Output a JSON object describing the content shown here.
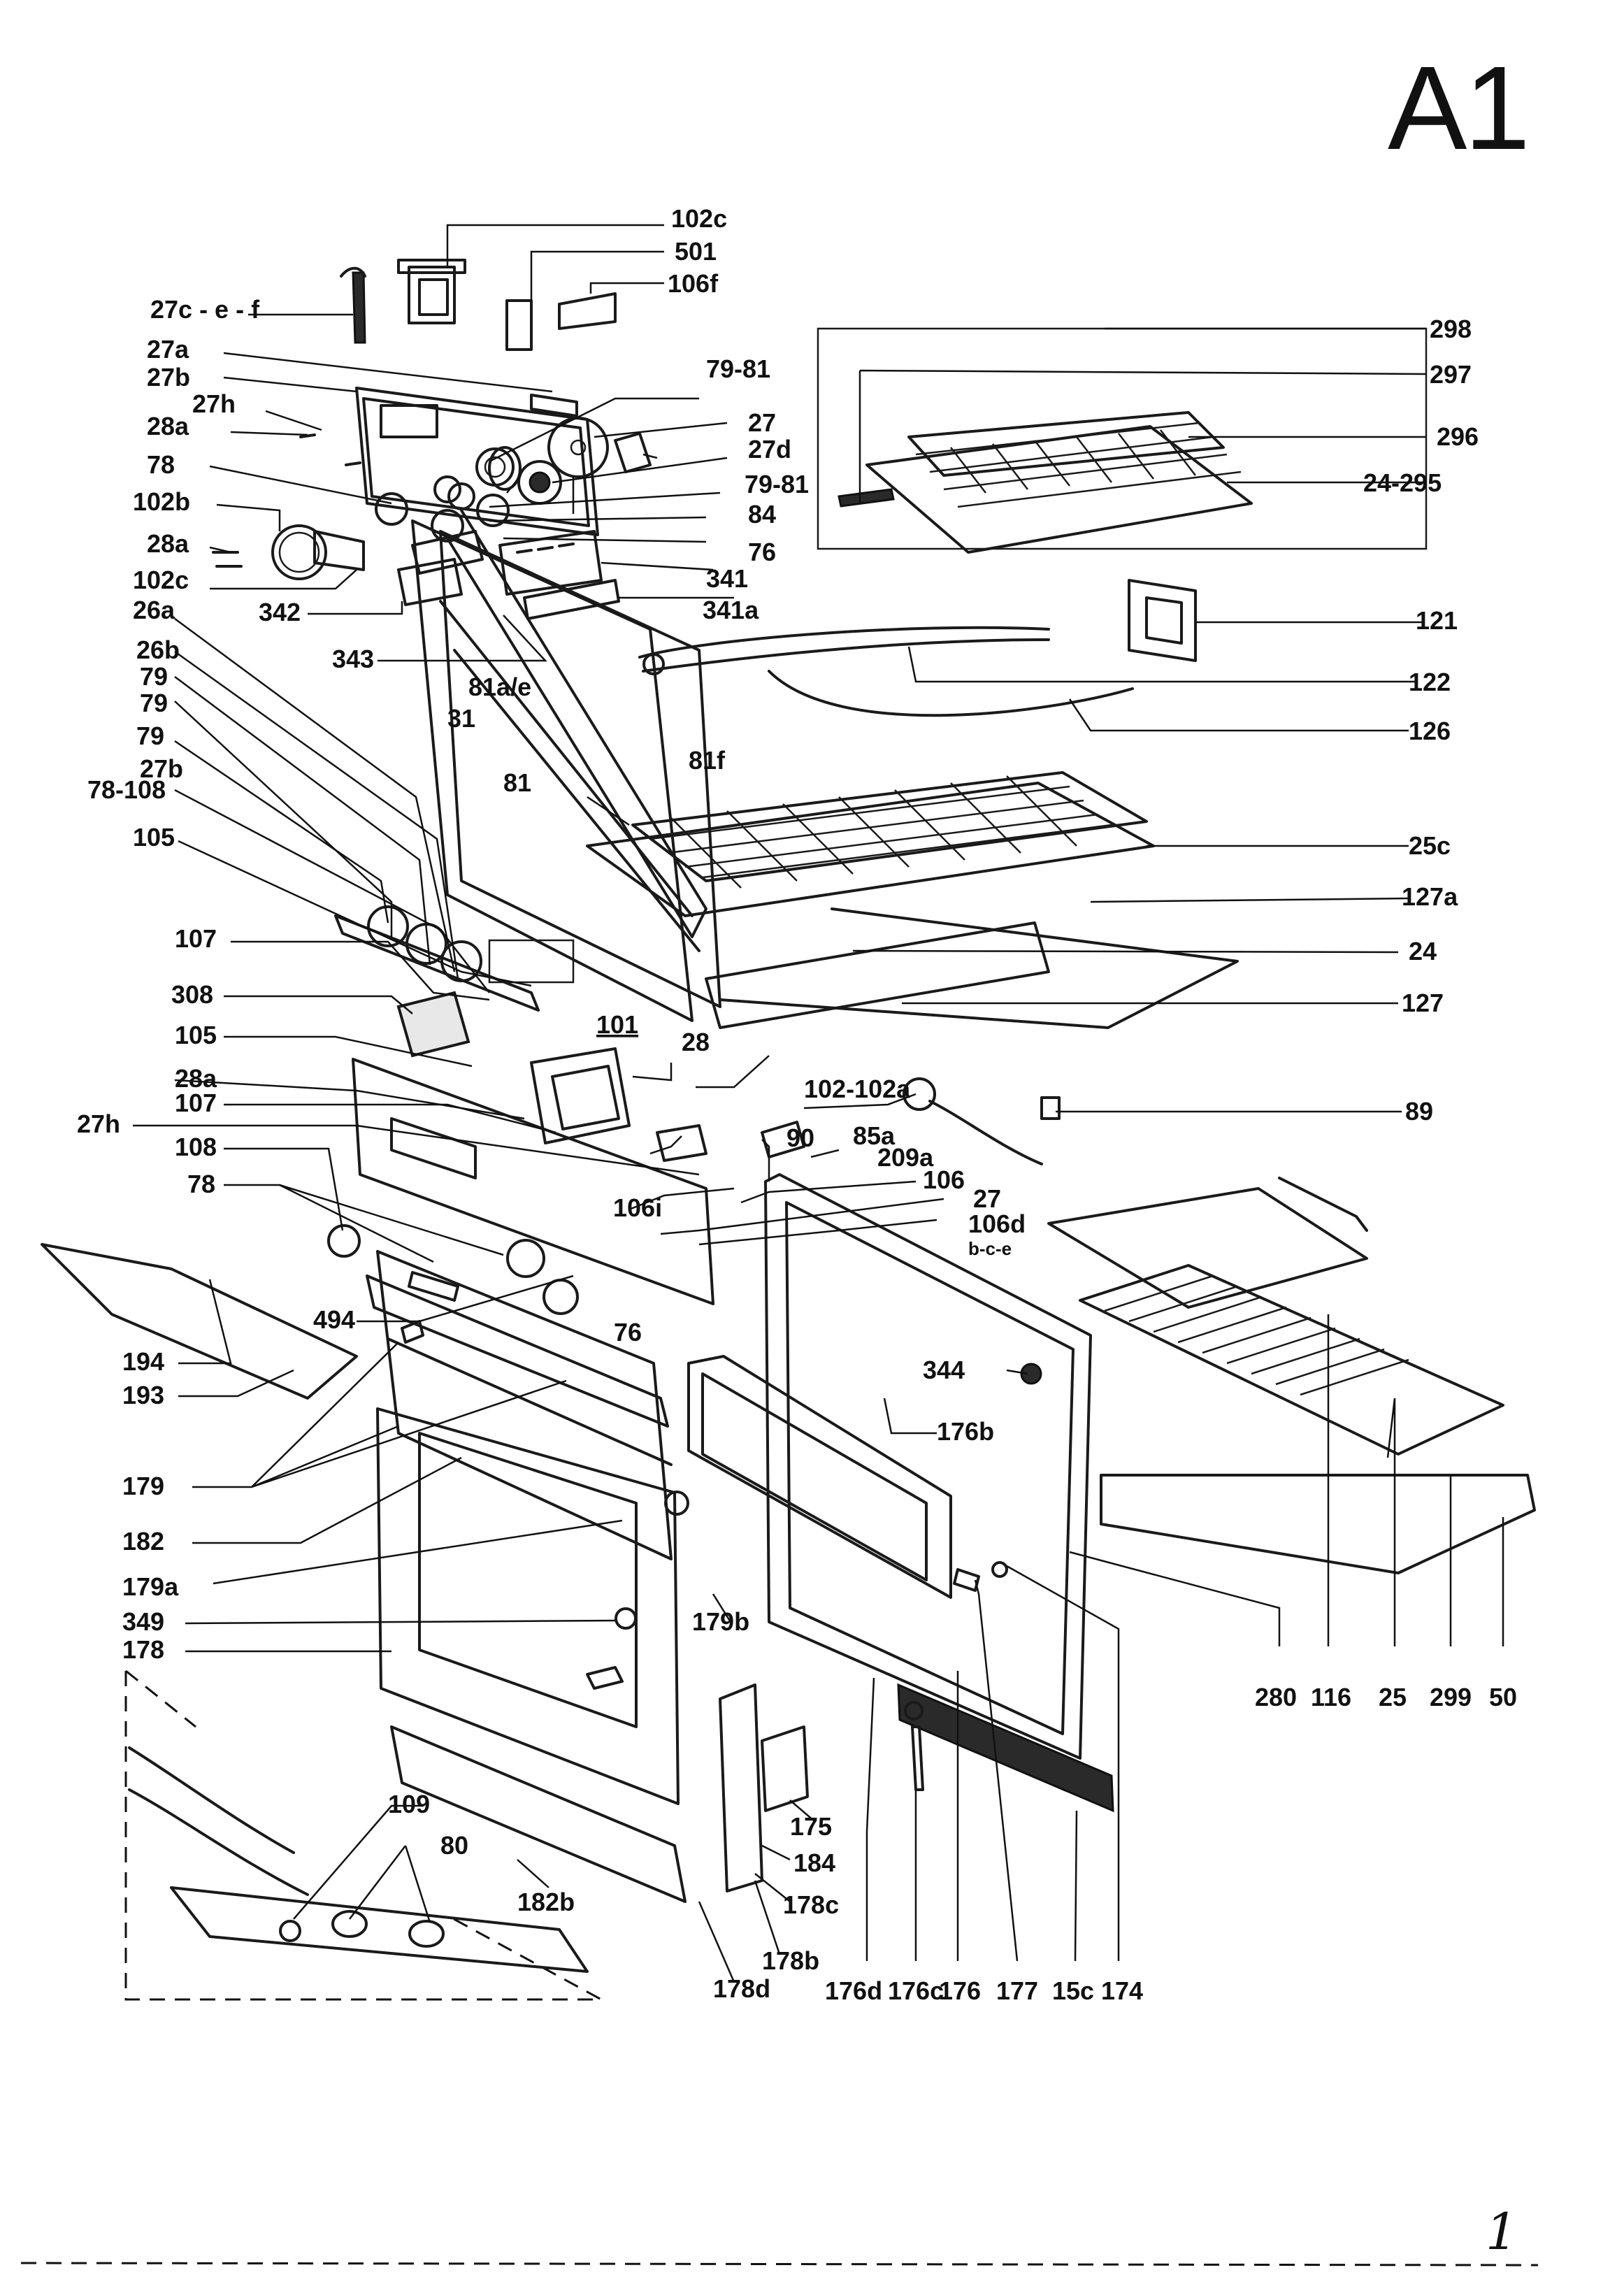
{
  "page": {
    "title": "A1",
    "page_number": "1"
  },
  "labels": [
    {
      "id": "102c_top",
      "text": "102c"
    },
    {
      "id": "501",
      "text": "501"
    },
    {
      "id": "106f",
      "text": "106f"
    },
    {
      "id": "27c_e_f",
      "text": "27c - e - f"
    },
    {
      "id": "27a_top",
      "text": "27a"
    },
    {
      "id": "27b_top",
      "text": "27b"
    },
    {
      "id": "27h_top",
      "text": "27h"
    },
    {
      "id": "28a_top",
      "text": "28a"
    },
    {
      "id": "78_top",
      "text": "78"
    },
    {
      "id": "102b",
      "text": "102b"
    },
    {
      "id": "28a_left",
      "text": "28a"
    },
    {
      "id": "102c_left",
      "text": "102c"
    },
    {
      "id": "342",
      "text": "342"
    },
    {
      "id": "343",
      "text": "343"
    },
    {
      "id": "26a",
      "text": "26a"
    },
    {
      "id": "26b",
      "text": "26b"
    },
    {
      "id": "79_1",
      "text": "79"
    },
    {
      "id": "79_2",
      "text": "79"
    },
    {
      "id": "79_3",
      "text": "79"
    },
    {
      "id": "27b_mid",
      "text": "27b"
    },
    {
      "id": "78_108",
      "text": "78-108"
    },
    {
      "id": "105_top",
      "text": "105"
    },
    {
      "id": "107_top",
      "text": "107"
    },
    {
      "id": "308",
      "text": "308"
    },
    {
      "id": "105_mid",
      "text": "105"
    },
    {
      "id": "28a_mid",
      "text": "28a"
    },
    {
      "id": "107_mid",
      "text": "107"
    },
    {
      "id": "27h_mid",
      "text": "27h"
    },
    {
      "id": "108",
      "text": "108"
    },
    {
      "id": "78_mid",
      "text": "78"
    },
    {
      "id": "494",
      "text": "494"
    },
    {
      "id": "194",
      "text": "194"
    },
    {
      "id": "193",
      "text": "193"
    },
    {
      "id": "179",
      "text": "179"
    },
    {
      "id": "182",
      "text": "182"
    },
    {
      "id": "179a",
      "text": "179a"
    },
    {
      "id": "349",
      "text": "349"
    },
    {
      "id": "178",
      "text": "178"
    },
    {
      "id": "109",
      "text": "109"
    },
    {
      "id": "80",
      "text": "80"
    },
    {
      "id": "182b",
      "text": "182b"
    },
    {
      "id": "178d",
      "text": "178d"
    },
    {
      "id": "178b",
      "text": "178b"
    },
    {
      "id": "178c",
      "text": "178c"
    },
    {
      "id": "184",
      "text": "184"
    },
    {
      "id": "175",
      "text": "175"
    },
    {
      "id": "179b",
      "text": "179b"
    },
    {
      "id": "176d",
      "text": "176d"
    },
    {
      "id": "176c",
      "text": "176c"
    },
    {
      "id": "176",
      "text": "176"
    },
    {
      "id": "177",
      "text": "177"
    },
    {
      "id": "15c",
      "text": "15c"
    },
    {
      "id": "174",
      "text": "174"
    },
    {
      "id": "176b",
      "text": "176b"
    },
    {
      "id": "344",
      "text": "344"
    },
    {
      "id": "280",
      "text": "280"
    },
    {
      "id": "116",
      "text": "116"
    },
    {
      "id": "25_bot",
      "text": "25"
    },
    {
      "id": "299",
      "text": "299"
    },
    {
      "id": "50",
      "text": "50"
    },
    {
      "id": "79_81_top",
      "text": "79-81"
    },
    {
      "id": "27_top",
      "text": "27"
    },
    {
      "id": "27d",
      "text": "27d"
    },
    {
      "id": "79_81_mid",
      "text": "79-81"
    },
    {
      "id": "84",
      "text": "84"
    },
    {
      "id": "76_top",
      "text": "76"
    },
    {
      "id": "341",
      "text": "341"
    },
    {
      "id": "341a",
      "text": "341a"
    },
    {
      "id": "81a_e",
      "text": "81a/e"
    },
    {
      "id": "31",
      "text": "31"
    },
    {
      "id": "81",
      "text": "81"
    },
    {
      "id": "81f",
      "text": "81f"
    },
    {
      "id": "101",
      "text": "101"
    },
    {
      "id": "28_mid",
      "text": "28"
    },
    {
      "id": "102_102a",
      "text": "102-102a"
    },
    {
      "id": "90",
      "text": "90"
    },
    {
      "id": "85a",
      "text": "85a"
    },
    {
      "id": "209a",
      "text": "209a"
    },
    {
      "id": "106i",
      "text": "106i"
    },
    {
      "id": "106",
      "text": "106"
    },
    {
      "id": "27_mid",
      "text": "27"
    },
    {
      "id": "106d",
      "text": "106d"
    },
    {
      "id": "bce",
      "text": "b-c-e"
    },
    {
      "id": "76_mid",
      "text": "76"
    },
    {
      "id": "298",
      "text": "298"
    },
    {
      "id": "297",
      "text": "297"
    },
    {
      "id": "296",
      "text": "296"
    },
    {
      "id": "24_295",
      "text": "24-295"
    },
    {
      "id": "121",
      "text": "121"
    },
    {
      "id": "122",
      "text": "122"
    },
    {
      "id": "126",
      "text": "126"
    },
    {
      "id": "25c",
      "text": "25c"
    },
    {
      "id": "127a",
      "text": "127a"
    },
    {
      "id": "24",
      "text": "24"
    },
    {
      "id": "127",
      "text": "127"
    },
    {
      "id": "89",
      "text": "89"
    }
  ]
}
